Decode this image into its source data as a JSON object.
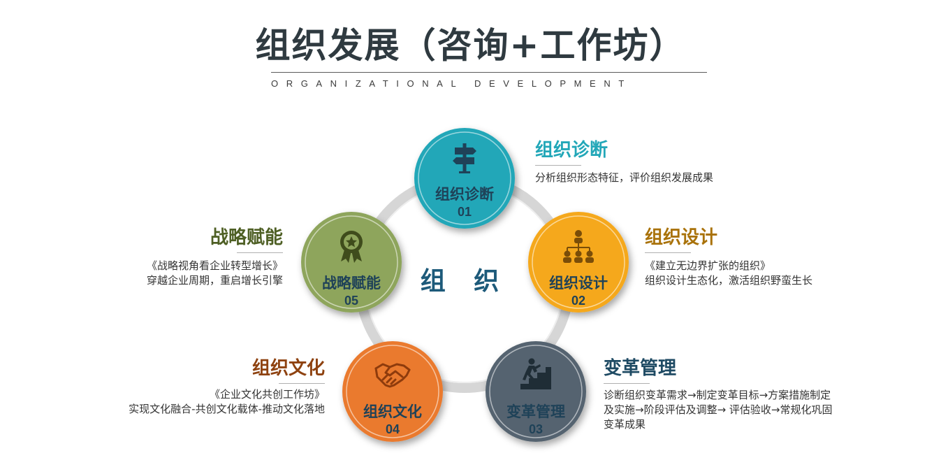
{
  "header": {
    "title": "组织发展（咨询+工作坊）",
    "subtitle": "ORGANIZATIONAL DEVELOPMENT"
  },
  "center": {
    "label": "组 织"
  },
  "colors": {
    "teal": "#22a7b8",
    "orange_yellow": "#f5a81a",
    "slate": "#54646f",
    "orange": "#ea7a2f",
    "olive_green": "#8ea55c",
    "ring": "#d9d9d9"
  },
  "nodes": [
    {
      "label": "组织诊断",
      "number": "01",
      "icon": "signpost-icon",
      "color": "#22a7b8",
      "desc_title": "组织诊断",
      "desc_title_color": "#22a7b8",
      "desc_lines": [
        "分析组织形态特征，评价组织发展成果"
      ]
    },
    {
      "label": "组织设计",
      "number": "02",
      "icon": "org-chart-icon",
      "color": "#f5a81a",
      "desc_title": "组织设计",
      "desc_title_color": "#a9720a",
      "desc_lines": [
        "《建立无边界扩张的组织》",
        "组织设计生态化，激活组织野蛮生长"
      ]
    },
    {
      "label": "变革管理",
      "number": "03",
      "icon": "stairs-runner-icon",
      "color": "#54646f",
      "desc_title": "变革管理",
      "desc_title_color": "#1e4a63",
      "desc_lines": [
        "诊断组织变革需求→制定变革目标→方案措施制定",
        "及实施→阶段评估及调整→ 评估验收→常规化巩固",
        "变革成果"
      ]
    },
    {
      "label": "组织文化",
      "number": "04",
      "icon": "handshake-icon",
      "color": "#ea7a2f",
      "desc_title": "组织文化",
      "desc_title_color": "#8e4210",
      "desc_lines": [
        "《企业文化共创工作坊》",
        "实现文化融合-共创文化载体-推动文化落地"
      ]
    },
    {
      "label": "战略赋能",
      "number": "05",
      "icon": "award-badge-icon",
      "color": "#8ea55c",
      "desc_title": "战略赋能",
      "desc_title_color": "#4e5f24",
      "desc_lines": [
        "《战略视角看企业转型增长》",
        "穿越企业周期，重启增长引擎"
      ]
    }
  ]
}
